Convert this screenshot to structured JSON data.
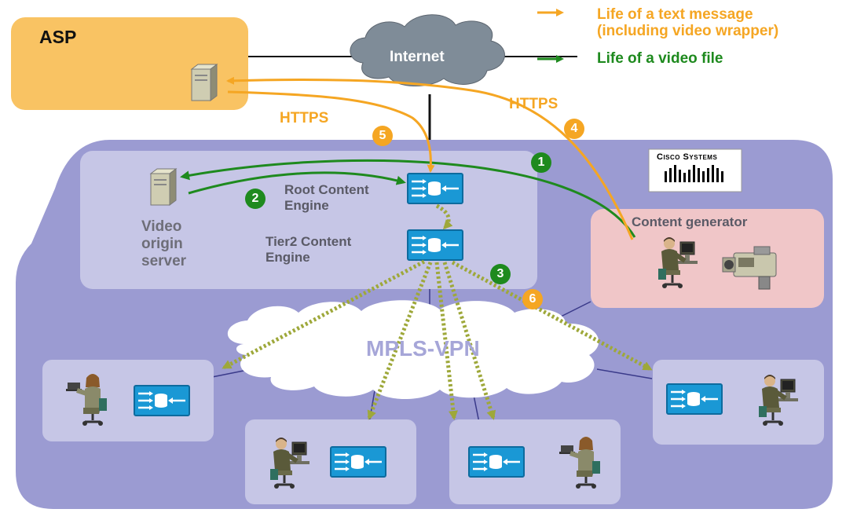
{
  "colors": {
    "text_flow": "#f5a623",
    "video_flow": "#1e8a1e",
    "enterprise_bg": "#9b9bd2",
    "asp_bg": "#f9c363",
    "content_gen_bg": "#f0c6c8",
    "internal_panel": "#c6c6e6",
    "device_blue": "#1a98d5"
  },
  "legend": {
    "text_message": "Life of a text message\n(including video wrapper)",
    "video_file": "Life of a video file"
  },
  "labels": {
    "asp": "ASP",
    "internet": "Internet",
    "https_left": "HTTPS",
    "https_right": "HTTPS",
    "root_ce": "Root Content\nEngine",
    "tier2_ce": "Tier2 Content\nEngine",
    "video_origin": "Video\norigin\nserver",
    "content_generator": "Content generator",
    "mpls": "MPLS-VPN",
    "cisco_logo": "Cisco Systems"
  },
  "steps": [
    "1",
    "2",
    "3",
    "4",
    "5",
    "6"
  ],
  "icons": {
    "server": "server-icon",
    "content_engine": "content-engine-icon",
    "user": "user-workstation-icon",
    "camera": "video-camera-icon"
  }
}
